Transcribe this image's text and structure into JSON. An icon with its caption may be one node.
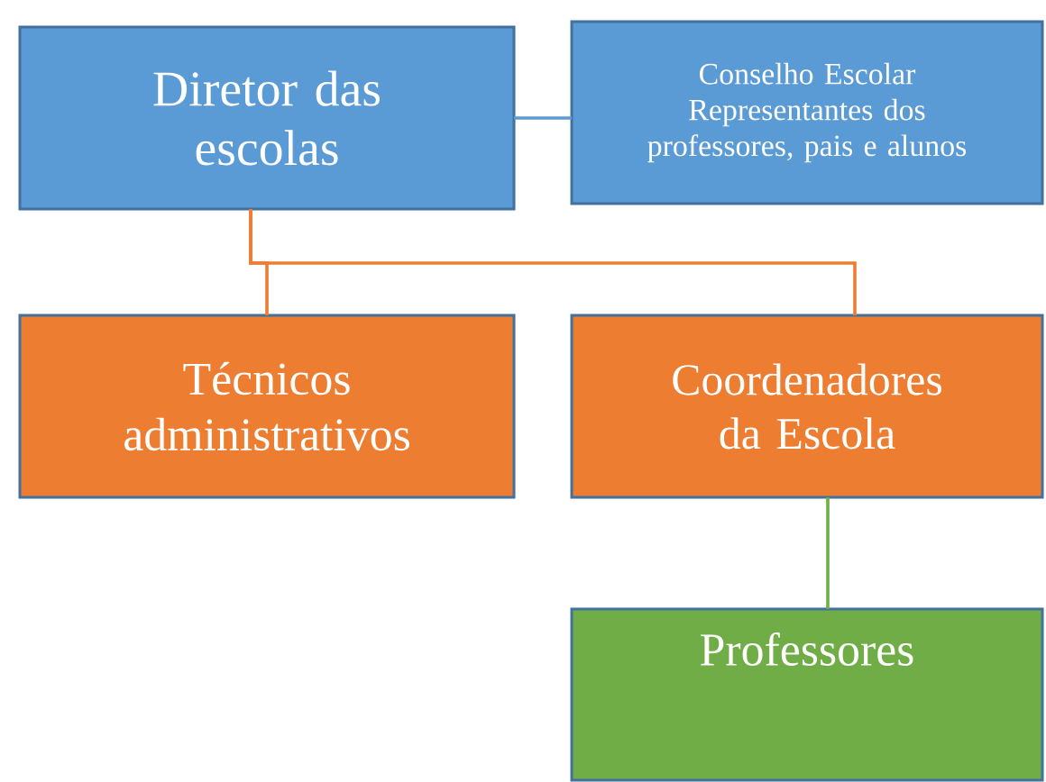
{
  "diagram": {
    "nodes": [
      {
        "text": [
          "Diretor das escolas"
        ]
      },
      {
        "text": [
          "Conselho Escolar",
          "Representantes dos professores, pais e alunos"
        ]
      },
      {
        "text": [
          "Técnicos administrativos"
        ]
      },
      {
        "text": [
          "Coordenadores da Escola"
        ]
      },
      {
        "text": [
          "Professores"
        ]
      }
    ],
    "edges": [
      {
        "from": 0,
        "to": 1,
        "arrow": "none",
        "color": "#5b9bd5"
      },
      {
        "from": 0,
        "to": 2,
        "arrow": "none",
        "color": "#ed7d31"
      },
      {
        "from": 0,
        "to": 3,
        "arrow": "none",
        "color": "#ed7d31"
      },
      {
        "from": 3,
        "to": 4,
        "arrow": "none",
        "color": "#70ad47"
      }
    ]
  }
}
